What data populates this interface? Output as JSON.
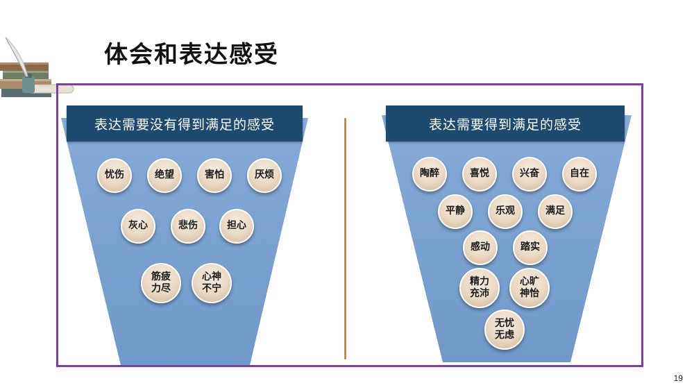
{
  "title": "体会和表达感受",
  "page_number": "19",
  "colors": {
    "frame": "#7b3f9e",
    "header_bg": "#1f4a70",
    "funnel_fill": "#7fa5d2",
    "bubble_fill": "#ead8c3"
  },
  "left_panel": {
    "header": "表达需要没有得到满足的感受",
    "bubbles": [
      "忧伤",
      "绝望",
      "害怕",
      "厌烦",
      "灰心",
      "悲伤",
      "担心",
      "筋疲\n力尽",
      "心神\n不宁"
    ]
  },
  "right_panel": {
    "header": "表达需要得到满足的感受",
    "bubbles": [
      "陶醉",
      "喜悦",
      "兴奋",
      "自在",
      "平静",
      "乐观",
      "满足",
      "感动",
      "踏实",
      "精力\n充沛",
      "心旷\n神怡",
      "无忧\n无虑"
    ]
  }
}
